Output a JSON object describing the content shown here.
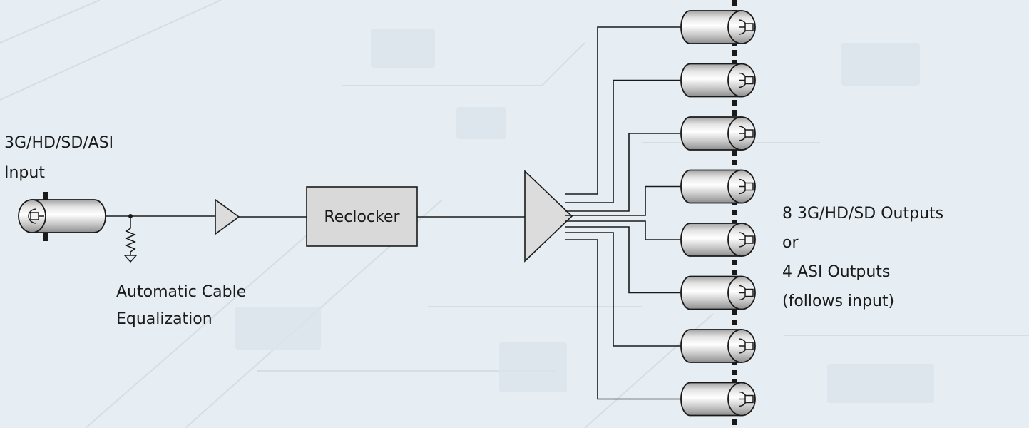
{
  "input": {
    "line1": "3G/HD/SD/ASI",
    "line2": "Input"
  },
  "equalizer": {
    "line1": "Automatic Cable",
    "line2": "Equalization"
  },
  "reclocker": {
    "label": "Reclocker"
  },
  "outputs": {
    "line1": "8 3G/HD/SD Outputs",
    "line2": "or",
    "line3": "4 ASI Outputs",
    "line4": "(follows input)",
    "connector_count": 8
  },
  "colors": {
    "background": "#e6eef3",
    "line": "#1a1a1a",
    "box_fill": "#d9d9d9",
    "connector_light": "#f7f7f7",
    "connector_dark": "#9a9a9a"
  },
  "icons": [
    "bnc-input-connector-icon",
    "bnc-output-connector-icon",
    "resistor-icon",
    "ground-icon",
    "buffer-amplifier-icon",
    "distribution-amplifier-icon"
  ]
}
